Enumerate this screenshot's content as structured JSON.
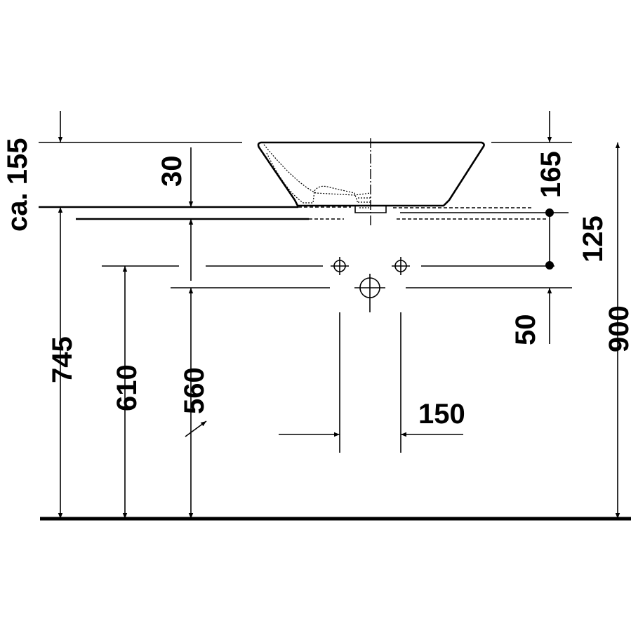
{
  "drawing": {
    "title": "Vessel washbasin installation dimensions",
    "labels": {
      "basin_height": "ca. 155",
      "counter_thickness": "30",
      "top_right": "165",
      "supply_spacing_vertical": "125",
      "counter_height": "745",
      "supply_height": "610",
      "waste_height": "560",
      "waste_offset": "50",
      "total_height": "900",
      "supply_spacing_horizontal": "150"
    }
  }
}
